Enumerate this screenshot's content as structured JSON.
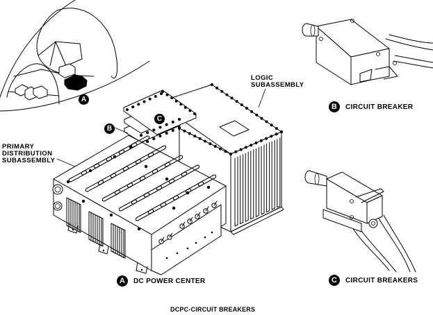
{
  "figure": {
    "title": "DCPC-CIRCUIT BREAKERS",
    "callouts": {
      "logic_subassembly": "LOGIC\nSUBASSEMBLY",
      "primary_distribution_subassembly": "PRIMARY\nDISTRIBUTION\nSUBASSEMBLY"
    },
    "index_markers": {
      "a": "A",
      "b": "B",
      "c": "C"
    },
    "captions": [
      {
        "marker": "A",
        "text": "DC POWER CENTER"
      },
      {
        "marker": "B",
        "text": "CIRCUIT BREAKER"
      },
      {
        "marker": "C",
        "text": "CIRCUIT BREAKERS"
      }
    ],
    "colors": {
      "ink": "#000000",
      "paper": "#ffffff"
    }
  }
}
